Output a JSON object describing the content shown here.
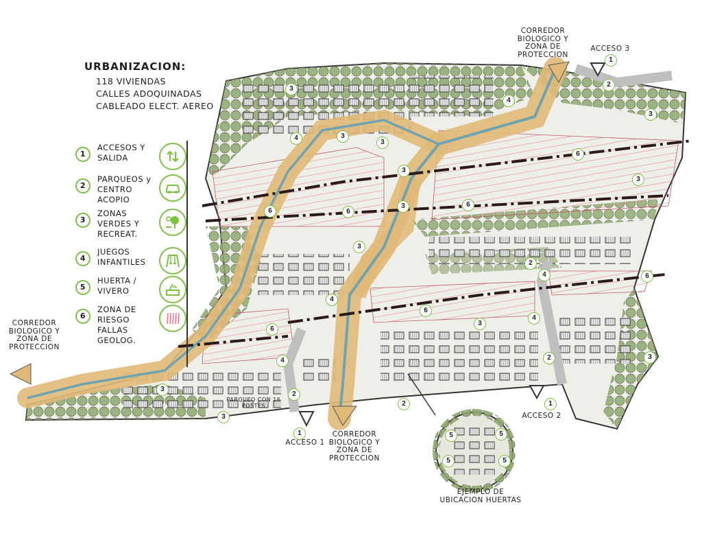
{
  "header": {
    "title": "URBANIZACION:",
    "lines": [
      "118 VIVIENDAS",
      "CALLES ADOQUINADAS",
      "CABLEADO ELECT. AEREO"
    ]
  },
  "legend": [
    {
      "num": "1",
      "text": "ACCESOS Y SALIDA",
      "icon": "arrows-up-down-icon"
    },
    {
      "num": "2",
      "text": "PARQUEOS y CENTRO ACOPIO",
      "icon": "car-icon"
    },
    {
      "num": "3",
      "text": "ZONAS VERDES Y RECREAT.",
      "icon": "park-tree-icon"
    },
    {
      "num": "4",
      "text": "JUEGOS INFANTILES",
      "icon": "swing-icon"
    },
    {
      "num": "5",
      "text": "HUERTA / VIVERO",
      "icon": "garden-box-icon"
    },
    {
      "num": "6",
      "text": "ZONA DE RIESGO FALLAS GEOLOG.",
      "icon": "risk-hatch-icon"
    }
  ],
  "labels": {
    "corridor_top": "CORREDOR BIOLOGICO Y ZONA DE PROTECCION",
    "corridor_left": "CORREDOR BIOLOGICO Y ZONA DE PROTECCION",
    "corridor_bottom": "CORREDOR BIOLOGICO Y ZONA DE PROTECCION",
    "acceso1": "ACCESO 1",
    "acceso2": "ACCESO 2",
    "acceso3": "ACCESO 3",
    "huertas": "EJEMPLO DE UBICACION HUERTAS",
    "parking_note": "PARQUEO CON 16 POSTES"
  },
  "map_badges": [
    "3",
    "4",
    "3",
    "3",
    "4",
    "3",
    "6",
    "6",
    "6",
    "3",
    "3",
    "3",
    "3",
    "6",
    "6",
    "4",
    "2",
    "1",
    "2",
    "4",
    "4",
    "3",
    "4",
    "2",
    "2",
    "6",
    "3",
    "3",
    "2",
    "1",
    "1",
    "5",
    "5",
    "5",
    "5",
    "6",
    "3"
  ],
  "colors": {
    "accent_green": "#7cc243",
    "vegetation": "#8fa66f",
    "risk_hatch": "#e06a7a",
    "corridor": "#e0b978",
    "river": "#6fa3b2",
    "road": "#bfbfbf"
  }
}
